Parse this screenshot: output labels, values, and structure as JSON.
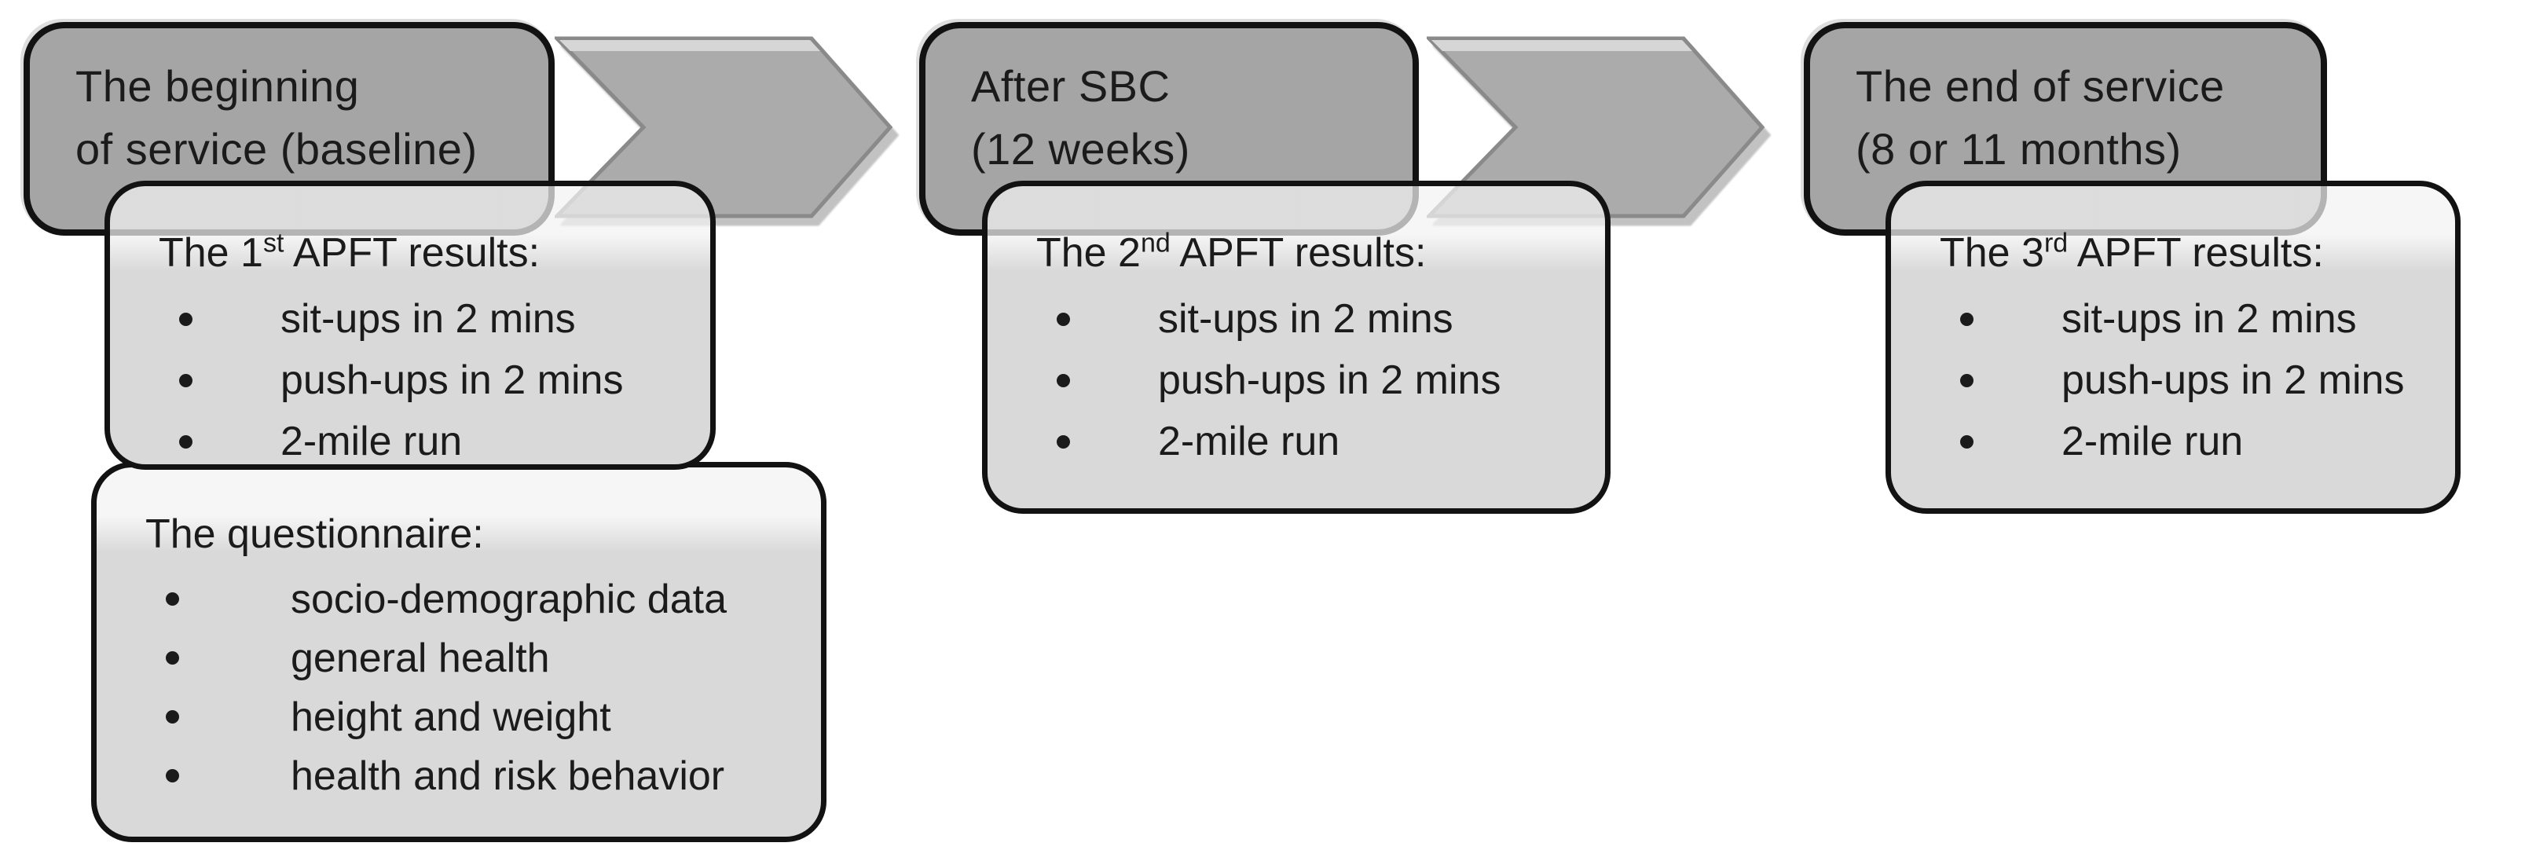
{
  "diagram": {
    "stages": [
      {
        "stage_label_lines": [
          "The beginning",
          "of service (baseline)"
        ],
        "arrow_after": true,
        "boxes": [
          {
            "heading_pre": "The 1",
            "heading_sup": "st",
            "heading_post": " APFT results:",
            "items": [
              "sit-ups in 2 mins",
              "push-ups in 2 mins",
              "2-mile run"
            ]
          },
          {
            "heading_pre": "The questionnaire:",
            "heading_sup": "",
            "heading_post": "",
            "items": [
              "socio-demographic data",
              "general health",
              "height and weight",
              "health and risk behavior"
            ]
          }
        ]
      },
      {
        "stage_label_lines": [
          "After SBC",
          "(12 weeks)"
        ],
        "arrow_after": true,
        "boxes": [
          {
            "heading_pre": "The 2",
            "heading_sup": "nd",
            "heading_post": " APFT results:",
            "items": [
              "sit-ups in 2 mins",
              "push-ups in 2 mins",
              "2-mile run"
            ]
          }
        ]
      },
      {
        "stage_label_lines": [
          "The end of service",
          "(8 or 11 months)"
        ],
        "arrow_after": false,
        "boxes": [
          {
            "heading_pre": "The 3",
            "heading_sup": "rd",
            "heading_post": " APFT results:",
            "items": [
              "sit-ups in 2 mins",
              "push-ups in 2 mins",
              "2-mile run"
            ]
          }
        ]
      }
    ]
  },
  "colors": {
    "dark_box": "#a5a5a5",
    "light_box": "#d9d9d9",
    "box_border": "#121212",
    "arrow_fill": "#ababab",
    "arrow_edge": "#8a8a8a",
    "arrow_highlight": "#d6d6d6",
    "arrow_shadow": "#c2c2c2",
    "text": "#1b1b1b"
  }
}
